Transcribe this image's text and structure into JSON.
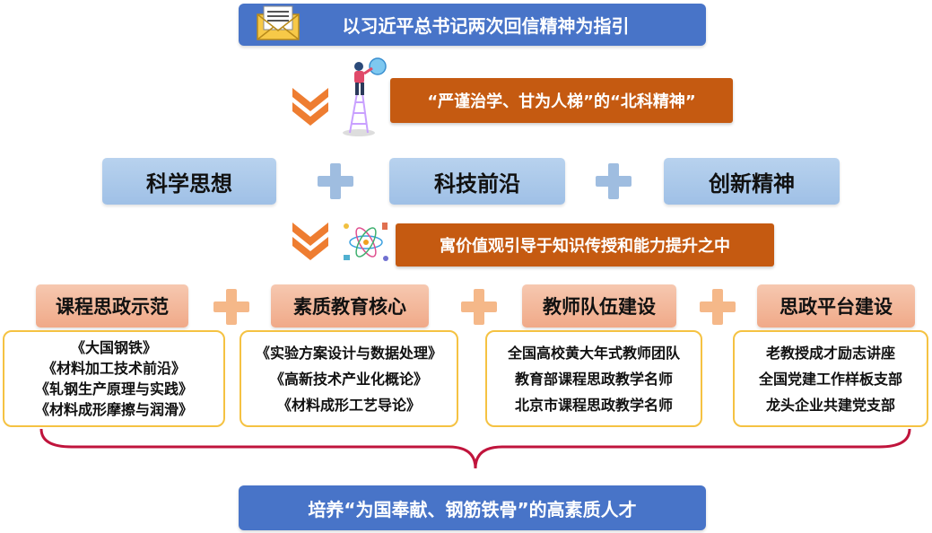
{
  "top_banner": {
    "text": "以习近平总书记两次回信精神为指引",
    "icon": "envelope-icon"
  },
  "spirit_banner": {
    "text": "“严谨治学、甘为人梯”的“北科精神”",
    "icon": "ladder-person-icon"
  },
  "concepts": [
    "科学思想",
    "科技前沿",
    "创新精神"
  ],
  "value_banner": {
    "text": "寓价值观引导于知识传授和能力提升之中",
    "icon": "science-icon"
  },
  "columns": [
    {
      "title": "课程思政示范",
      "items": [
        "《大国钢铁》",
        "《材料加工技术前沿》",
        "《轧钢生产原理与实践》",
        "《材料成形摩擦与润滑》"
      ]
    },
    {
      "title": "素质教育核心",
      "items": [
        "《实验方案设计与数据处理》",
        "《高新技术产业化概论》",
        "《材料成形工艺导论》"
      ]
    },
    {
      "title": "教师队伍建设",
      "items": [
        "全国高校黄大年式教师团队",
        "教育部课程思政教学名师",
        "北京市课程思政教学名师"
      ]
    },
    {
      "title": "思政平台建设",
      "items": [
        "老教授成才励志讲座",
        "全国党建工作样板支部",
        "龙头企业共建党支部"
      ]
    }
  ],
  "bottom_banner": {
    "text": "培养“为国奉献、钢筋铁骨”的高素质人才"
  },
  "colors": {
    "blue_banner": "#4874c8",
    "orange_banner": "#c55a11",
    "concept_box": "#a8c6ea",
    "column_header": "#f3b497",
    "content_border": "#f5c242",
    "brace": "#c0143c",
    "chevron": "#ee7d31"
  }
}
